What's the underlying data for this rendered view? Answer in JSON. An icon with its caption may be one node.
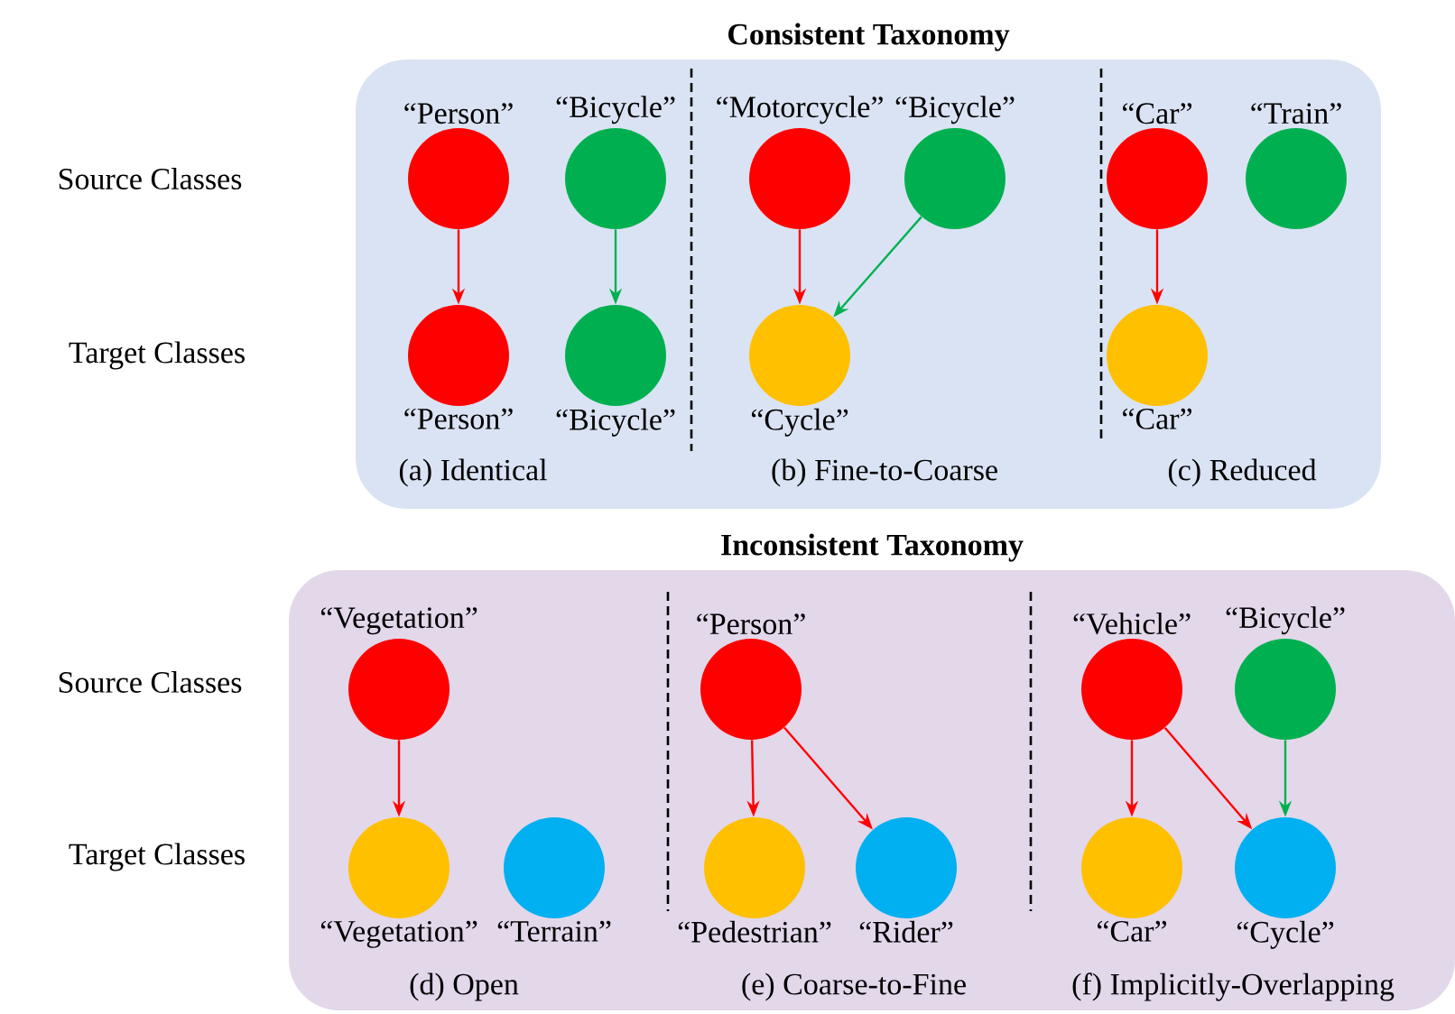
{
  "diagram": {
    "nodes": [
      {
        "text": [
          "Consistent Taxonomy"
        ]
      },
      {
        "text": [
          "“Person”"
        ],
        "in": 0
      },
      {
        "text": [
          "“Bicycle”"
        ],
        "in": 0
      },
      {
        "text": [
          "“Person”"
        ],
        "in": 0
      },
      {
        "text": [
          "“Bicycle”"
        ],
        "in": 0
      },
      {
        "text": [
          "“Motorcycle”"
        ],
        "in": 0
      },
      {
        "text": [
          "“Bicycle”"
        ],
        "in": 0
      },
      {
        "text": [
          "“Cycle”"
        ],
        "in": 0
      },
      {
        "text": [
          "“Car”"
        ],
        "in": 0
      },
      {
        "text": [
          "“Train”"
        ],
        "in": 0
      },
      {
        "text": [
          "“Car”"
        ],
        "in": 0
      },
      {
        "text": [
          "Inconsistent Taxonomy"
        ]
      },
      {
        "text": [
          "“Vegetation”"
        ],
        "in": 11
      },
      {
        "text": [
          "“Vegetation”"
        ],
        "in": 11
      },
      {
        "text": [
          "“Terrain”"
        ],
        "in": 11
      },
      {
        "text": [
          "“Person”"
        ],
        "in": 11
      },
      {
        "text": [
          "“Pedestrian”"
        ],
        "in": 11
      },
      {
        "text": [
          "“Rider”"
        ],
        "in": 11
      },
      {
        "text": [
          "“Vehicle”"
        ],
        "in": 11
      },
      {
        "text": [
          "“Bicycle”"
        ],
        "in": 11
      },
      {
        "text": [
          "“Car”"
        ],
        "in": 11
      },
      {
        "text": [
          "“Cycle”"
        ],
        "in": 11
      }
    ],
    "edges": [
      {
        "from": 1,
        "to": 3,
        "arrow": "to"
      },
      {
        "from": 2,
        "to": 4,
        "arrow": "to",
        "color": "#00b050"
      },
      {
        "from": 5,
        "to": 7,
        "arrow": "to"
      },
      {
        "from": 6,
        "to": 7,
        "arrow": "to",
        "color": "#00b050"
      },
      {
        "from": 8,
        "to": 10,
        "arrow": "to"
      },
      {
        "from": 12,
        "to": 13,
        "arrow": "to"
      },
      {
        "from": 15,
        "to": 16,
        "arrow": "to"
      },
      {
        "from": 15,
        "to": 17,
        "arrow": "to"
      },
      {
        "from": 18,
        "to": 20,
        "arrow": "to"
      },
      {
        "from": 18,
        "to": 21,
        "arrow": "to"
      },
      {
        "from": 19,
        "to": 21,
        "arrow": "to",
        "color": "#00b050"
      }
    ],
    "labels": [
      "Source Classes",
      "Target Classes",
      "(a) Identical",
      "(b) Fine-to-Coarse",
      "(c) Reduced",
      "Source Classes",
      "Target Classes",
      "(d) Open",
      "(e) Coarse-to-Fine",
      "(f) Implicitly-Overlapping"
    ]
  }
}
